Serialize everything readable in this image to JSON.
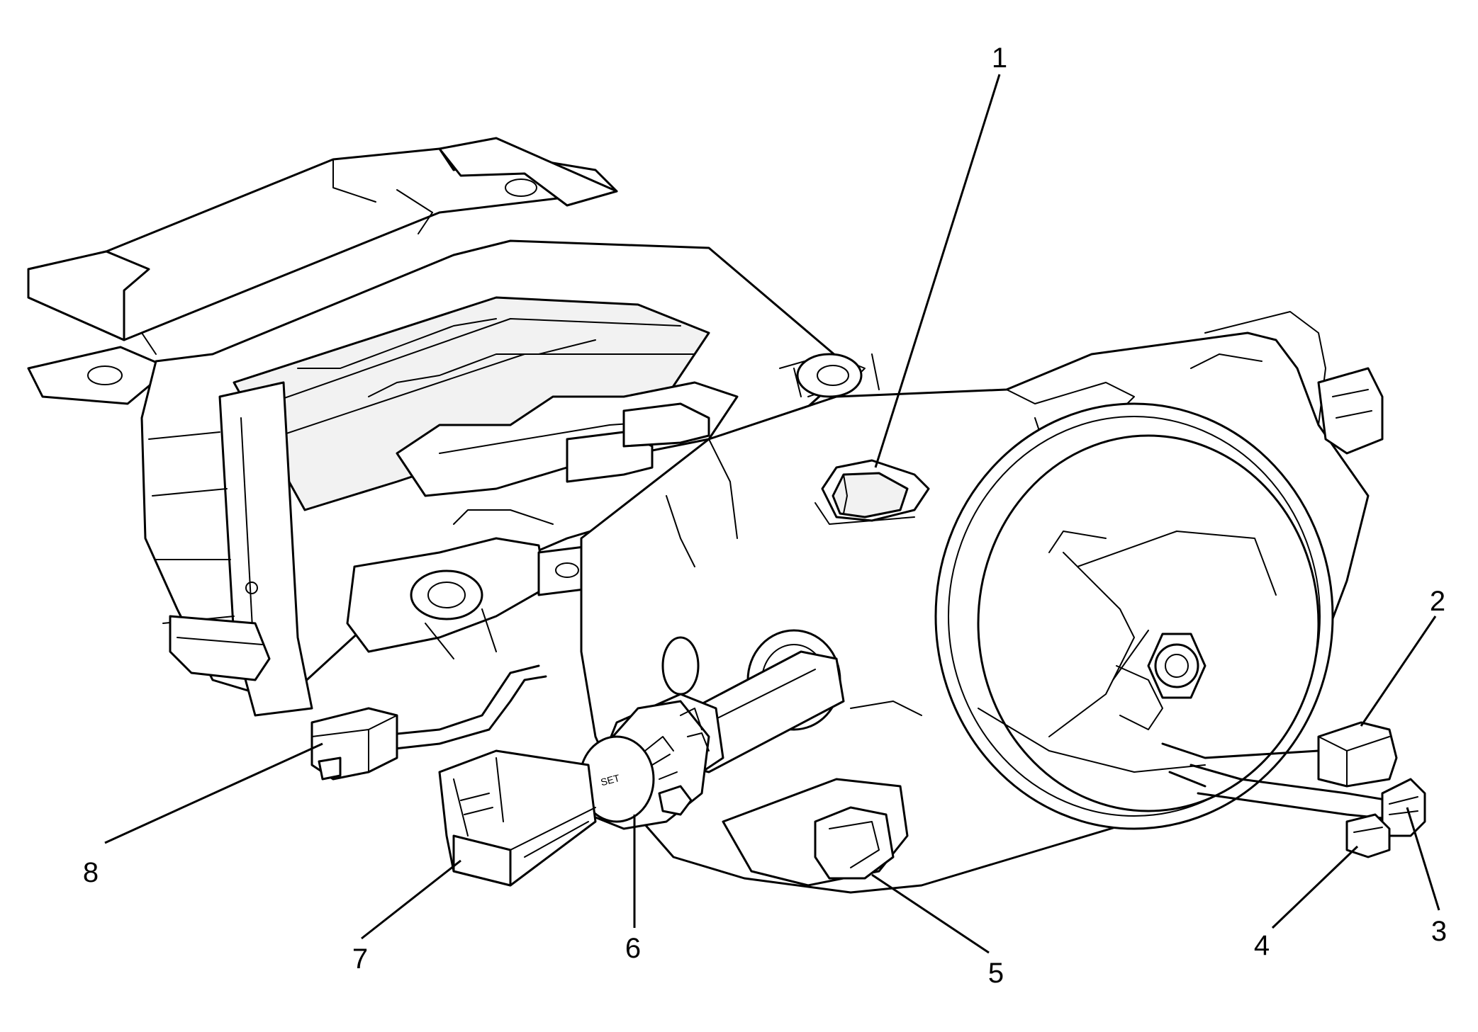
{
  "figure": {
    "callouts": [
      {
        "id": "1",
        "label": "1"
      },
      {
        "id": "2",
        "label": "2"
      },
      {
        "id": "3",
        "label": "3"
      },
      {
        "id": "4",
        "label": "4"
      },
      {
        "id": "5",
        "label": "5"
      },
      {
        "id": "6",
        "label": "6"
      },
      {
        "id": "7",
        "label": "7"
      },
      {
        "id": "8",
        "label": "8"
      }
    ],
    "knob_marking": "SET"
  }
}
